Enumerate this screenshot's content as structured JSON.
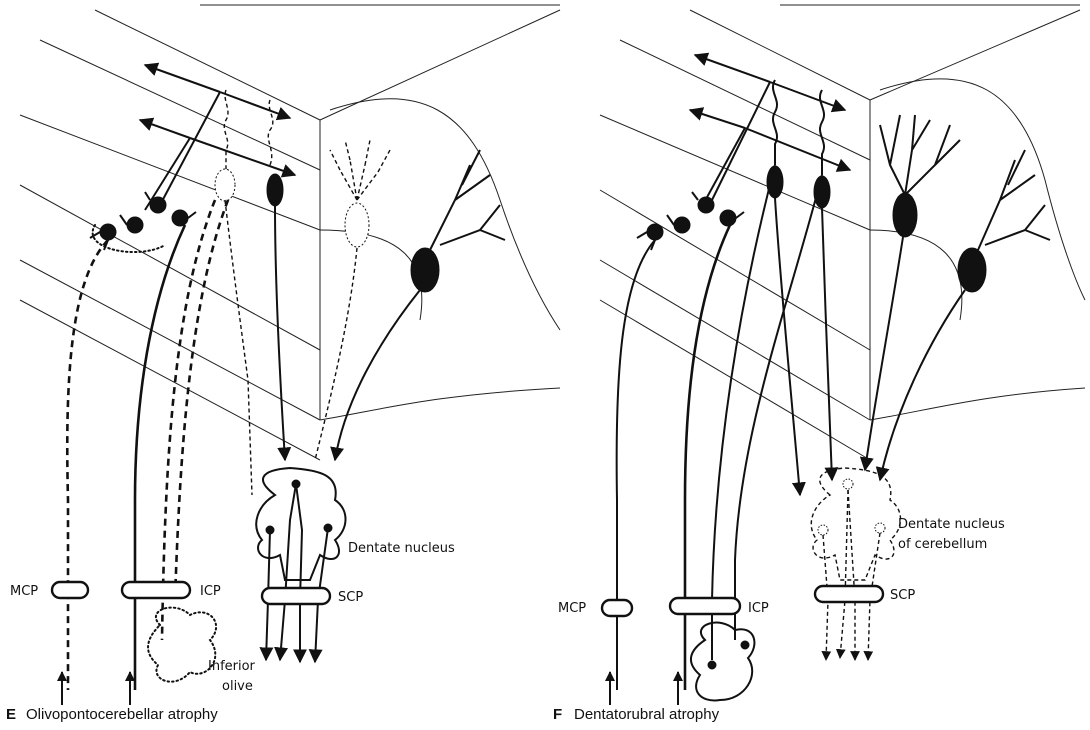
{
  "panels": [
    {
      "letter": "E",
      "caption": "Olivopontocerebellar atrophy",
      "labels": {
        "mcp": "MCP",
        "icp": "ICP",
        "scp": "SCP",
        "dentate_line1": "Dentate nucleus",
        "olive_line1": "Inferior",
        "olive_line2": "olive"
      }
    },
    {
      "letter": "F",
      "caption": "Dentatorubral atrophy",
      "labels": {
        "mcp": "MCP",
        "icp": "ICP",
        "scp": "SCP",
        "dentate_line1": "Dentate nucleus",
        "dentate_line2": "of cerebellum"
      }
    }
  ]
}
